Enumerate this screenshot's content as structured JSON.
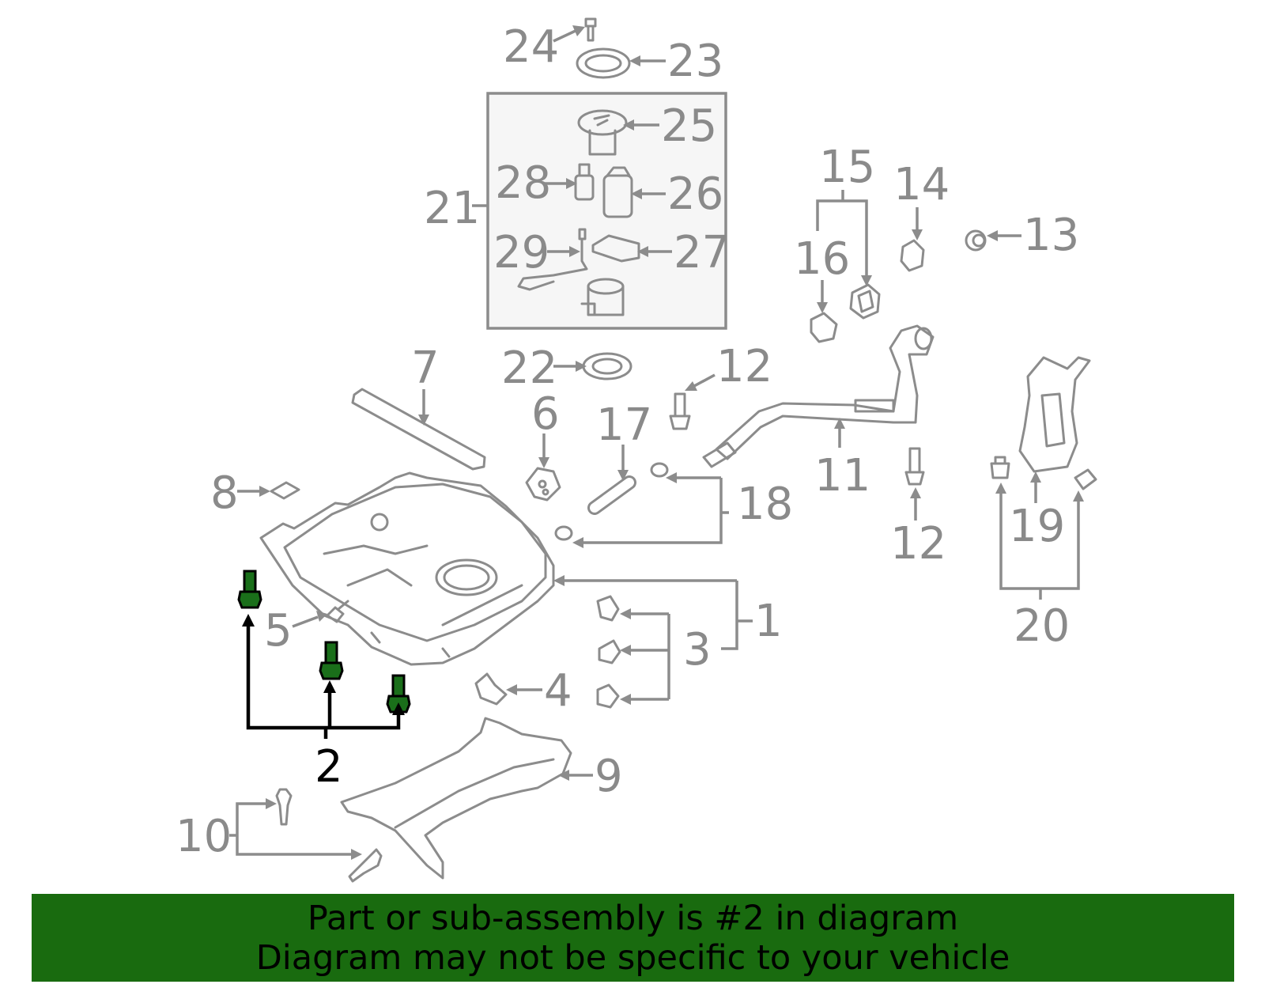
{
  "banner": {
    "line1": "Part or sub-assembly is #2 in diagram",
    "line2": "Diagram may not be specific to your vehicle",
    "background_color": "#196b0f"
  },
  "diagram": {
    "highlighted_callout": "2",
    "highlight_color": "#1a6f1a",
    "callouts": {
      "c1": "1",
      "c2": "2",
      "c3": "3",
      "c4": "4",
      "c5": "5",
      "c6": "6",
      "c7": "7",
      "c8": "8",
      "c9": "9",
      "c10": "10",
      "c11": "11",
      "c12a": "12",
      "c12b": "12",
      "c13": "13",
      "c14": "14",
      "c15": "15",
      "c16": "16",
      "c17": "17",
      "c18": "18",
      "c19": "19",
      "c20": "20",
      "c21": "21",
      "c22": "22",
      "c23": "23",
      "c24": "24",
      "c25": "25",
      "c26": "26",
      "c27": "27",
      "c28": "28",
      "c29": "29"
    }
  }
}
